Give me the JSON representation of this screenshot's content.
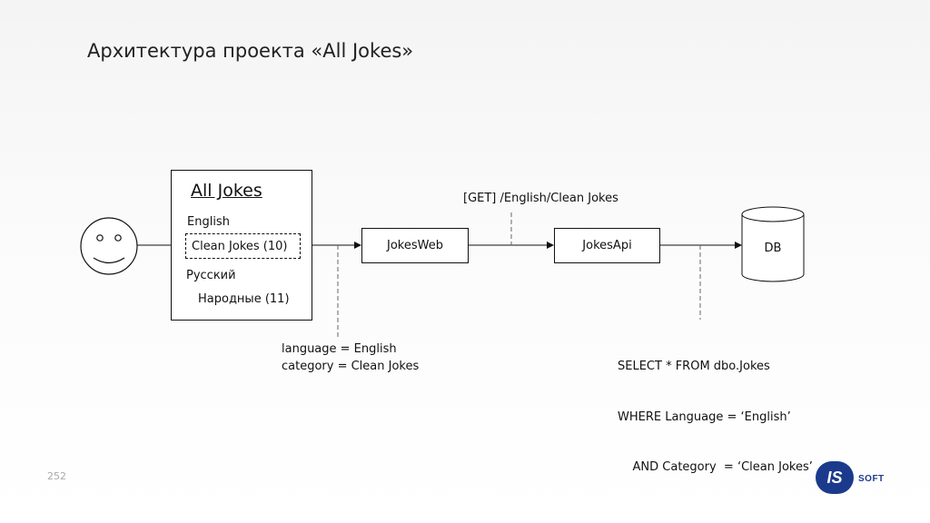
{
  "slide": {
    "title": "Архитектура проекта «All Jokes»",
    "page_number": "252"
  },
  "app_panel": {
    "title": "All Jokes",
    "groups": [
      {
        "language": "English",
        "item": "Clean Jokes (10)"
      },
      {
        "language": "Русский",
        "item": "Народные (11)"
      }
    ]
  },
  "components": {
    "web": "JokesWeb",
    "api": "JokesApi",
    "db": "DB"
  },
  "annotations": {
    "request": "[GET] /English/Clean Jokes",
    "params": [
      "language = English",
      "category = Clean Jokes"
    ],
    "sql": [
      "SELECT * FROM dbo.Jokes",
      "WHERE Language = ‘English’",
      "    AND Category  = ‘Clean Jokes’"
    ]
  },
  "logo": {
    "mark": "IS",
    "text": "SOFT"
  },
  "icons": {
    "user": "smiley-face-icon",
    "database": "database-cylinder-icon"
  }
}
